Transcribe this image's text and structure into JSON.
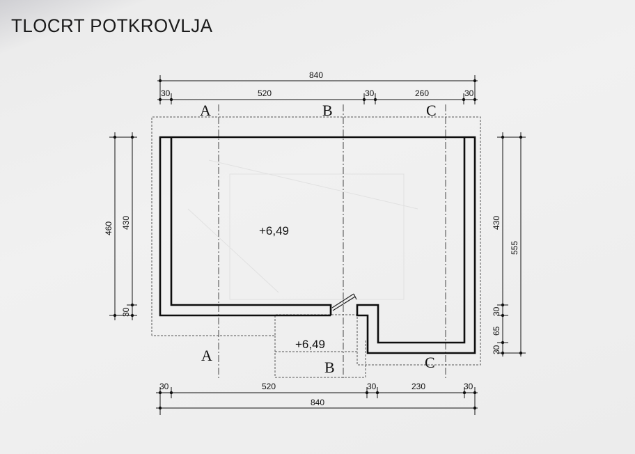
{
  "title": "TLOCRT  POTKROVLJA",
  "dimensions": {
    "top_total": "840",
    "top_segments": [
      "30",
      "520",
      "30",
      "260",
      "30"
    ],
    "bottom_segments": [
      "30",
      "520",
      "30",
      "230",
      "30"
    ],
    "bottom_total": "840",
    "left_outer": "460",
    "left_inner": "430",
    "left_bottom": "30",
    "right_upper": "430",
    "right_lower": [
      "30",
      "65",
      "30"
    ],
    "right_outer": "555"
  },
  "sections": {
    "a": "A",
    "b": "B",
    "c": "C"
  },
  "levels": {
    "main_room": "+6,49",
    "lower_area": "+6,49"
  }
}
